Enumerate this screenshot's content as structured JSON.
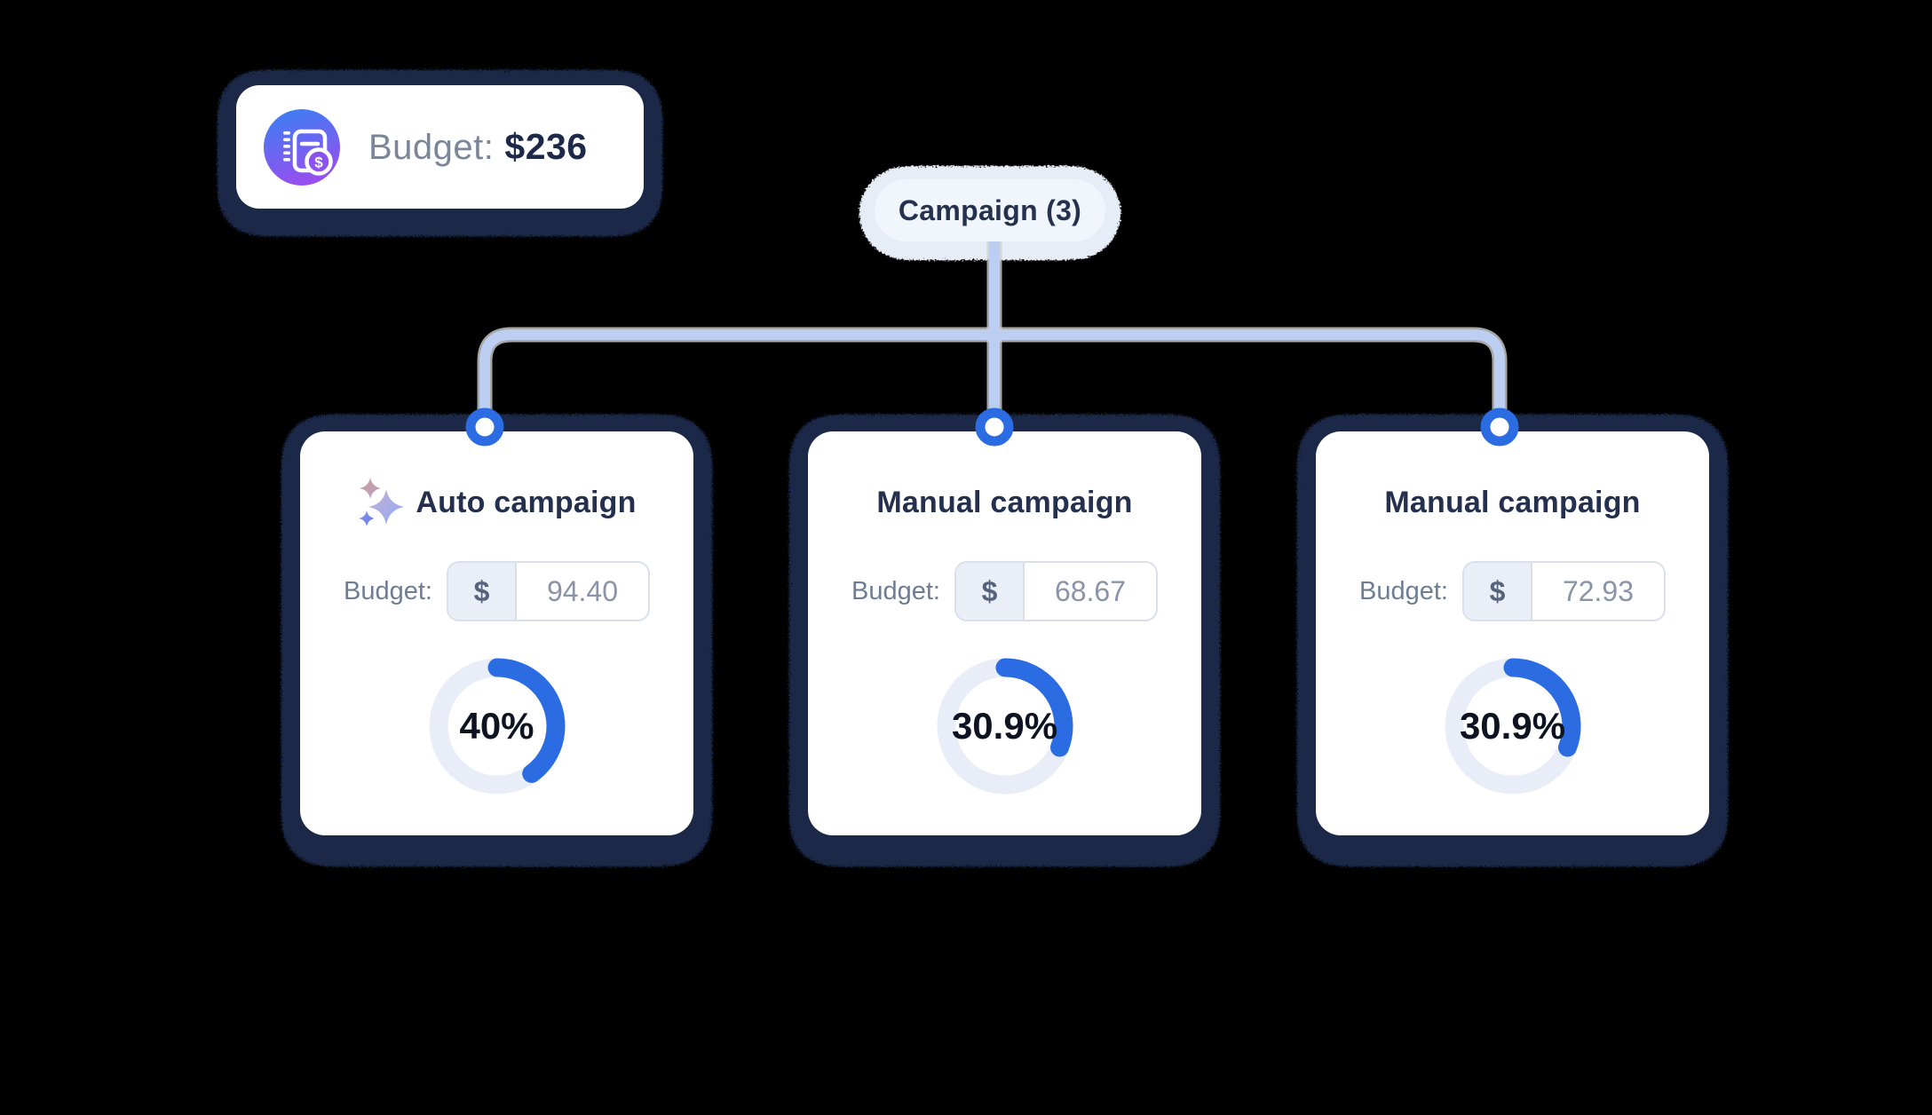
{
  "budget_chip": {
    "label": "Budget:",
    "value": "$236",
    "icon": "invoice-dollar-icon"
  },
  "campaign_pill": {
    "label": "Campaign (3)"
  },
  "cards": [
    {
      "title": "Auto campaign",
      "icon": "sparkles-icon",
      "budget_label": "Budget:",
      "currency_symbol": "$",
      "budget_value": "94.40",
      "percent_label": "40%",
      "percent_value": 40
    },
    {
      "title": "Manual campaign",
      "icon": "",
      "budget_label": "Budget:",
      "currency_symbol": "$",
      "budget_value": "68.67",
      "percent_label": "30.9%",
      "percent_value": 30.9
    },
    {
      "title": "Manual campaign",
      "icon": "",
      "budget_label": "Budget:",
      "currency_symbol": "$",
      "budget_value": "72.93",
      "percent_label": "30.9%",
      "percent_value": 30.9
    }
  ],
  "colors": {
    "accent_blue": "#2B6CE2",
    "connector_line": "#BCCFF2",
    "connector_line_fringe": "#CFCFCF",
    "ring_track": "#E8EDF8",
    "noise_shadow_navy": "#1B2848",
    "pill_glow": "#E7EDF7",
    "navy_text": "#24304E",
    "chip_value_navy": "#1D2948",
    "gray_label": "#6F7D94",
    "gray_value": "#8A94A8",
    "chip_icon_gradient_top": "#3F7DF2",
    "chip_icon_gradient_bottom": "#9D4CF0"
  }
}
